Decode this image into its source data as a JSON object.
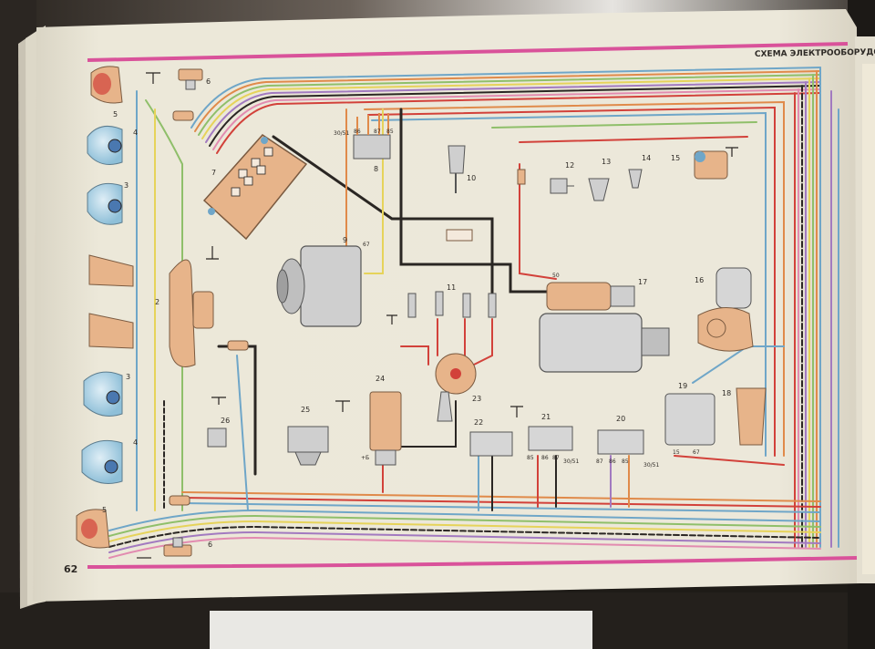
{
  "page": {
    "header_title": "СХЕМА ЭЛЕКТРООБОРУДОВАНИЯ",
    "page_number": "62"
  },
  "component_numbers": [
    "2",
    "3",
    "3",
    "4",
    "4",
    "5",
    "5",
    "6",
    "6",
    "7",
    "8",
    "9",
    "10",
    "11",
    "12",
    "13",
    "14",
    "15",
    "16",
    "17",
    "18",
    "19",
    "20",
    "21",
    "22",
    "23",
    "24",
    "25",
    "26"
  ],
  "terminal_labels": {
    "relay_8": [
      "30/51",
      "86",
      "87",
      "85"
    ],
    "generator_9": [
      "67"
    ],
    "starter_17": [
      "50"
    ],
    "relay_20": [
      "87",
      "86",
      "85",
      "30/51"
    ],
    "relay_21": [
      "85",
      "86",
      "87",
      "30/51"
    ],
    "regulator_19": [
      "15",
      "67"
    ],
    "coil_24": [
      "+Б"
    ]
  },
  "colors": {
    "page_paper": "#ece8d9",
    "magenta_border": "#d9529a",
    "wire_blue": "#6fa6c8",
    "wire_orange": "#e08a4a",
    "wire_red": "#d2413a",
    "wire_green": "#8fbf6a",
    "wire_yellow": "#e6d35a",
    "wire_black": "#2a2623",
    "wire_violet": "#a27ac0",
    "wire_pink": "#e28bb0",
    "component_peach": "#e7b48a",
    "component_grey": "#cfcfcf"
  }
}
